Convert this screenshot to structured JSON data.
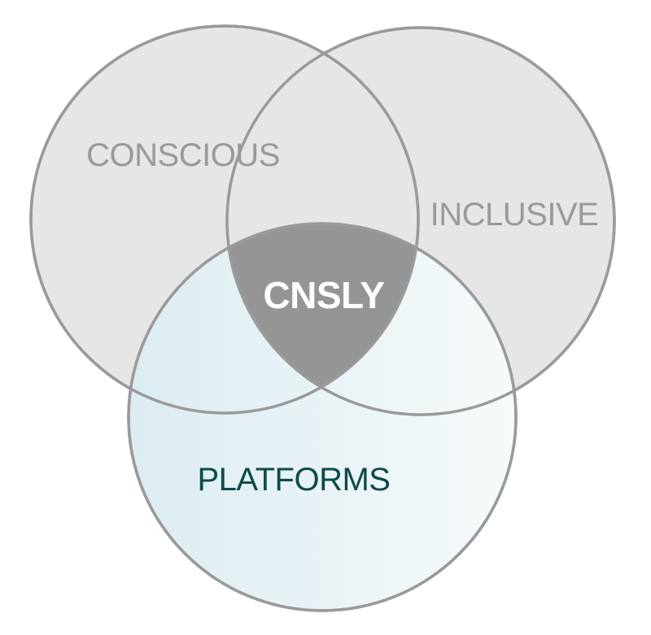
{
  "sets": [
    {
      "label": "CONSCIOUS"
    },
    {
      "label": "INCLUSIVE"
    },
    {
      "label": "PLATFORMS"
    }
  ],
  "intersection": {
    "label": "CNSLY"
  },
  "colors": {
    "circle_fill": "#e6e6e6",
    "circle_stroke": "#9a9a9a",
    "set_label": "#999999",
    "platforms_label": "#0d4a4a",
    "platforms_gradient_start": "#dcecf1",
    "platforms_gradient_end": "#f6fafb",
    "intersection_fill": "#959595",
    "intersection_label": "#ffffff"
  }
}
